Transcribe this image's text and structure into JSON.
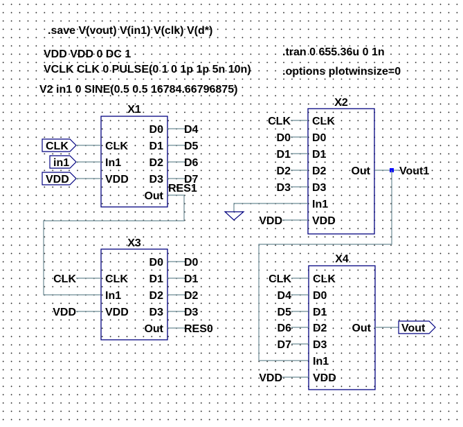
{
  "directives": {
    "save": ".save V(vout) V(in1) V(clk) V(d*)",
    "vdd_source": "VDD VDD 0 DC 1",
    "vclk_source": "VCLK CLK 0 PULSE(0 1 0 1p 1p 5n 10n)",
    "v2_source": "V2 in1 0 SINE(0.5 0.5 16784.66796875)",
    "tran": ".tran 0 655.36u 0 1n",
    "options": ".options plotwinsize=0"
  },
  "components": {
    "x1": {
      "ref": "X1",
      "pins": {
        "clk": "CLK",
        "in1": "In1",
        "vdd": "VDD",
        "d0": "D0",
        "d1": "D1",
        "d2": "D2",
        "d3": "D3",
        "out": "Out"
      },
      "nets": {
        "clk": "CLK",
        "in1": "in1",
        "vdd": "VDD",
        "d0": "D4",
        "d1": "D5",
        "d2": "D6",
        "d3": "D7",
        "out": "RES1"
      }
    },
    "x3": {
      "ref": "X3",
      "pins": {
        "clk": "CLK",
        "in1": "In1",
        "vdd": "VDD",
        "d0": "D0",
        "d1": "D1",
        "d2": "D2",
        "d3": "D3",
        "out": "Out"
      },
      "nets": {
        "clk": "CLK",
        "vdd": "VDD",
        "d0": "D0",
        "d1": "D1",
        "d2": "D2",
        "d3": "D3",
        "out": "RES0"
      }
    },
    "x2": {
      "ref": "X2",
      "pins": {
        "clk": "CLK",
        "d0": "D0",
        "d1": "D1",
        "d2": "D2",
        "d3": "D3",
        "in1": "In1",
        "vdd": "VDD",
        "out": "Out"
      },
      "nets": {
        "clk": "CLK",
        "d0": "D0",
        "d1": "D1",
        "d2": "D2",
        "d3": "D3",
        "vdd": "VDD",
        "out": "Vout1"
      }
    },
    "x4": {
      "ref": "X4",
      "pins": {
        "clk": "CLK",
        "d0": "D0",
        "d1": "D1",
        "d2": "D2",
        "d3": "D3",
        "in1": "In1",
        "vdd": "VDD",
        "out": "Out"
      },
      "nets": {
        "clk": "CLK",
        "d0": "D4",
        "d1": "D5",
        "d2": "D6",
        "d3": "D7",
        "vdd": "VDD",
        "out": "Vout"
      }
    }
  },
  "icons": {
    "ground": "ground-symbol",
    "junction": "wire-junction-dot",
    "port_flag": "net-port-flag"
  },
  "colors": {
    "wire": "#6b8a94",
    "symbol": "#000080",
    "junction": "#0000ff",
    "text": "#000000",
    "background": "#ffffff"
  }
}
